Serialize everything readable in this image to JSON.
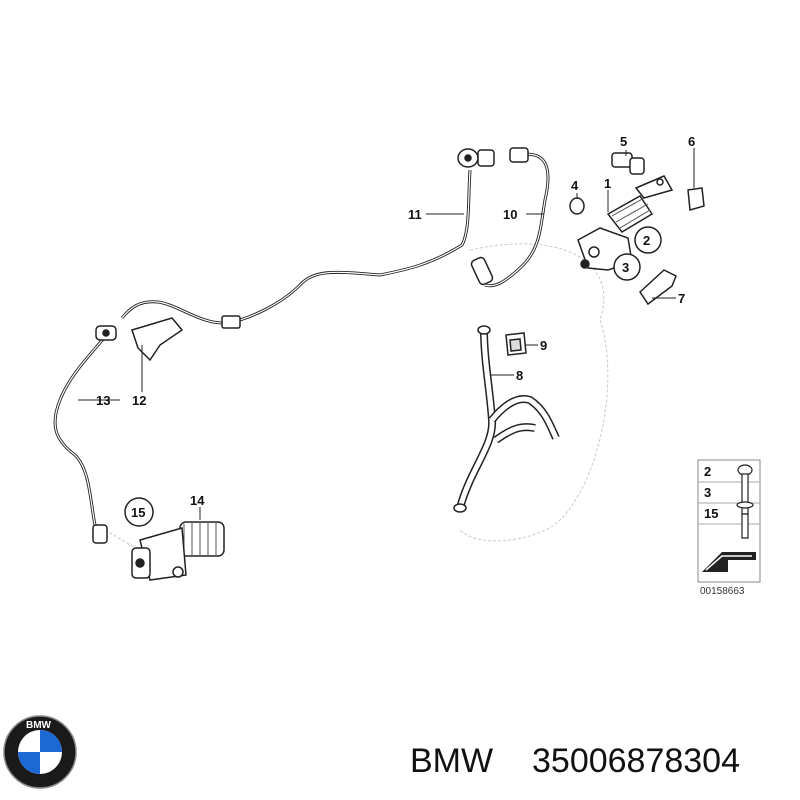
{
  "diagram": {
    "callouts": {
      "c1": "1",
      "c2": "2",
      "c3": "3",
      "c4": "4",
      "c5": "5",
      "c6": "6",
      "c7": "7",
      "c8": "8",
      "c9": "9",
      "c10": "10",
      "c11": "11",
      "c12": "12",
      "c13": "13",
      "c14": "14",
      "c15": "15"
    },
    "legend": {
      "items": [
        "2",
        "3",
        "15"
      ],
      "code": "00158663"
    }
  },
  "footer": {
    "brand": "BMW",
    "part_number": "35006878304"
  },
  "logo": {
    "text": "BMW",
    "colors": {
      "blue": "#1c69d4",
      "white": "#ffffff",
      "ring": "#1a1a1a"
    }
  }
}
